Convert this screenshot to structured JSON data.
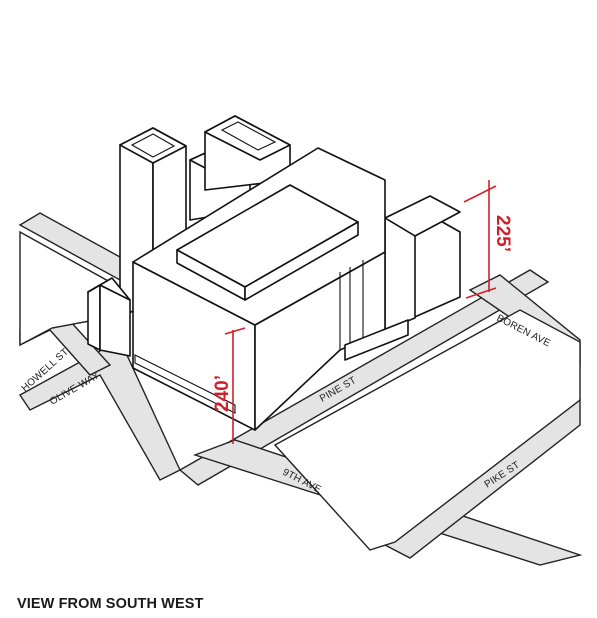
{
  "streets": {
    "howell": "HOWELL ST",
    "olive": "OLIVE WAY",
    "pine": "PINE ST",
    "ninth": "9TH AVE",
    "boren": "BOREN AVE",
    "pike": "PIKE ST"
  },
  "dimensions": {
    "left_height": "240’",
    "right_height": "225’"
  },
  "caption": "VIEW FROM SOUTH WEST",
  "colors": {
    "street_fill": "#e4e4e4",
    "line": "#222222",
    "dimension_red": "#d0212b"
  }
}
